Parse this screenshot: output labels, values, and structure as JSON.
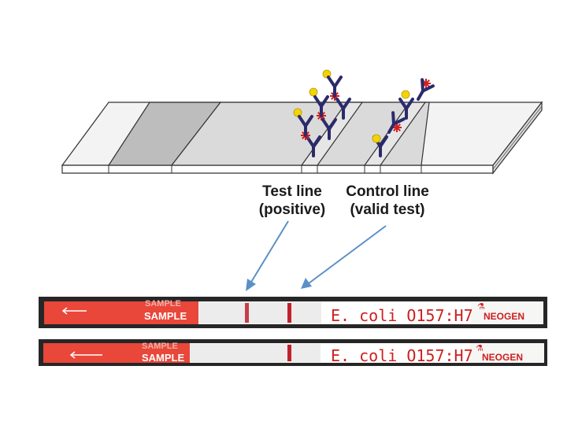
{
  "labels": {
    "test_line": [
      "Test line",
      "(positive)"
    ],
    "control_line": [
      "Control line",
      "(valid test)"
    ]
  },
  "strips": [
    {
      "sample_label": "SAMPLE",
      "sample_overprint": "SAMPLE",
      "product": "E. coli O157:H7",
      "brand": "NEOGEN",
      "test_line_visible": true,
      "control_line_visible": true
    },
    {
      "sample_label": "SAMPLE",
      "sample_overprint": "SAMPLE",
      "product": "E. coli O157:H7",
      "brand": "NEOGEN",
      "test_line_visible": false,
      "control_line_visible": true
    }
  ],
  "colors": {
    "sample_pad": "#e8473a",
    "line_red": "#c0202a",
    "antibody": "#2b2a6b",
    "antigen": "#f2d400",
    "label_star": "#d42020",
    "arrow": "#5b8fc7",
    "product_text": "#cc2020"
  }
}
